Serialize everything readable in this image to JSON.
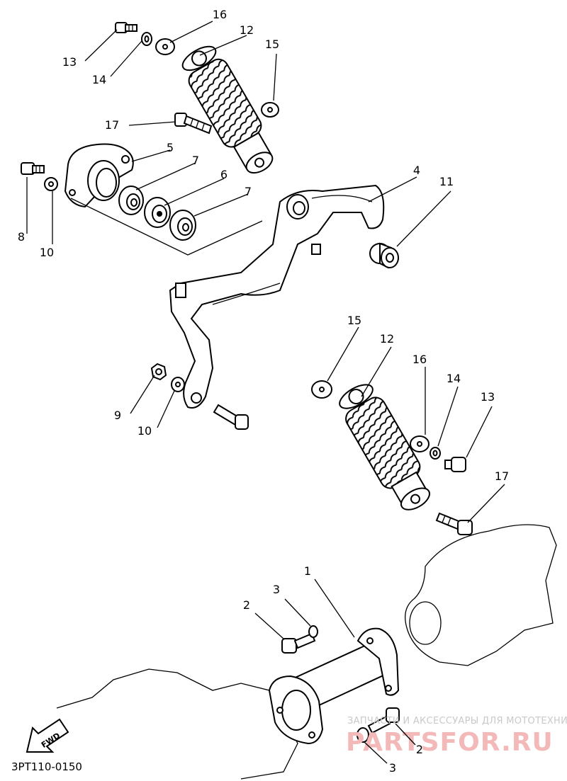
{
  "diagram": {
    "drawing_code": "3PT110-0150",
    "fwd_label": "FWD",
    "watermark_tagline": "ЗАПЧАСТИ И АКСЕССУАРЫ ДЛЯ МОТОТЕХНИКИ",
    "watermark_brand": "PARTSFOR.RU",
    "callouts": [
      {
        "id": "c16a",
        "label": "16"
      },
      {
        "id": "c12a",
        "label": "12"
      },
      {
        "id": "c13a",
        "label": "13"
      },
      {
        "id": "c14a",
        "label": "14"
      },
      {
        "id": "c15a",
        "label": "15"
      },
      {
        "id": "c17a",
        "label": "17"
      },
      {
        "id": "c5",
        "label": "5"
      },
      {
        "id": "c7a",
        "label": "7"
      },
      {
        "id": "c6",
        "label": "6"
      },
      {
        "id": "c7b",
        "label": "7"
      },
      {
        "id": "c4",
        "label": "4"
      },
      {
        "id": "c11",
        "label": "11"
      },
      {
        "id": "c8",
        "label": "8"
      },
      {
        "id": "c10a",
        "label": "10"
      },
      {
        "id": "c15b",
        "label": "15"
      },
      {
        "id": "c12b",
        "label": "12"
      },
      {
        "id": "c16b",
        "label": "16"
      },
      {
        "id": "c14b",
        "label": "14"
      },
      {
        "id": "c13b",
        "label": "13"
      },
      {
        "id": "c9",
        "label": "9"
      },
      {
        "id": "c10b",
        "label": "10"
      },
      {
        "id": "c17b",
        "label": "17"
      },
      {
        "id": "c1",
        "label": "1"
      },
      {
        "id": "c3a",
        "label": "3"
      },
      {
        "id": "c2a",
        "label": "2"
      },
      {
        "id": "c2b",
        "label": "2"
      },
      {
        "id": "c3b",
        "label": "3"
      }
    ]
  }
}
